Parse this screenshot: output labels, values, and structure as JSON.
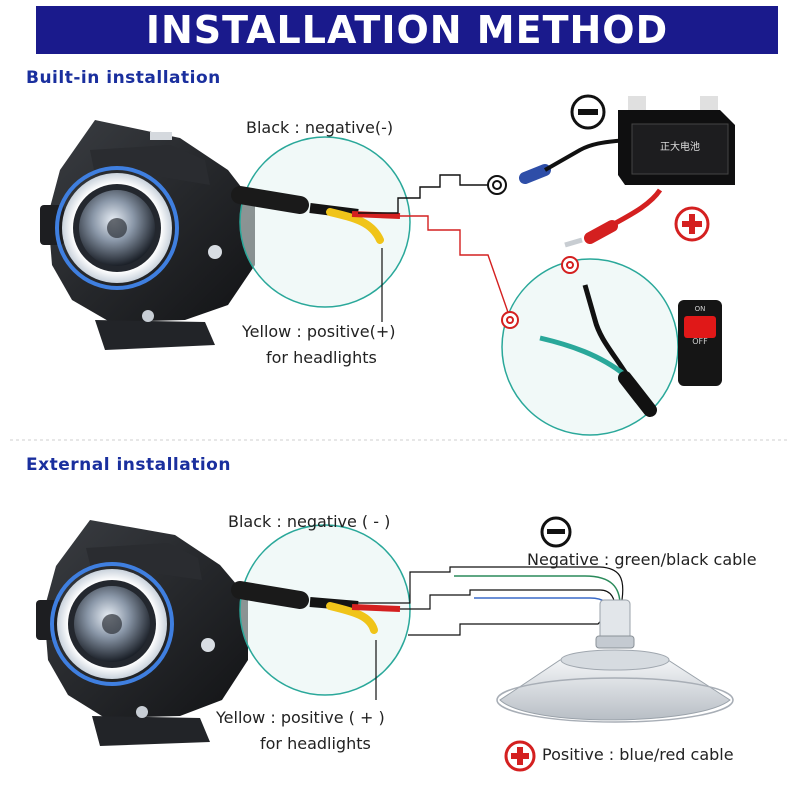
{
  "header": {
    "title": "INSTALLATION METHOD"
  },
  "builtin": {
    "title": "Built-in installation",
    "black_label": "Black : negative(-)",
    "yellow_label_1": "Yellow : positive(+)",
    "yellow_label_2": "for headlights",
    "battery_text": "正大电池",
    "switch_on": "ON",
    "switch_off": "OFF"
  },
  "external": {
    "title": "External installation",
    "black_label": "Black : negative ( - )",
    "yellow_label_1": "Yellow : positive ( + )",
    "yellow_label_2": "for headlights",
    "negative_label": "Negative : green/black cable",
    "positive_label": "Positive : blue/red cable"
  },
  "icons": [
    "minus-icon",
    "plus-icon",
    "battery-icon",
    "switch-icon",
    "headlight-icon",
    "horn-icon",
    "ring-terminal-icon"
  ],
  "colors": {
    "banner": "#1a1a8c",
    "section_title": "#1a2f9e",
    "minus_sign": "#111111",
    "plus_sign": "#d42020",
    "callout_circle": "#2aa89a",
    "red_wire": "#d42020",
    "yellow_wire": "#f0c419",
    "green_wire": "#2a8a5a",
    "blue_wire": "#3a6ac8"
  }
}
